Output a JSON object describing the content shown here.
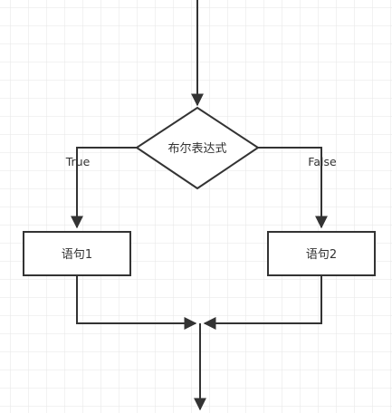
{
  "diagram": {
    "type": "flowchart",
    "decision": {
      "label": "布尔表达式"
    },
    "branches": {
      "true_label": "True",
      "false_label": "False"
    },
    "boxes": [
      {
        "label": "语句1"
      },
      {
        "label": "语句2"
      }
    ],
    "colors": {
      "grid": "#e6e6e6",
      "stroke": "#333333",
      "text": "#333333",
      "background": "#ffffff"
    }
  }
}
